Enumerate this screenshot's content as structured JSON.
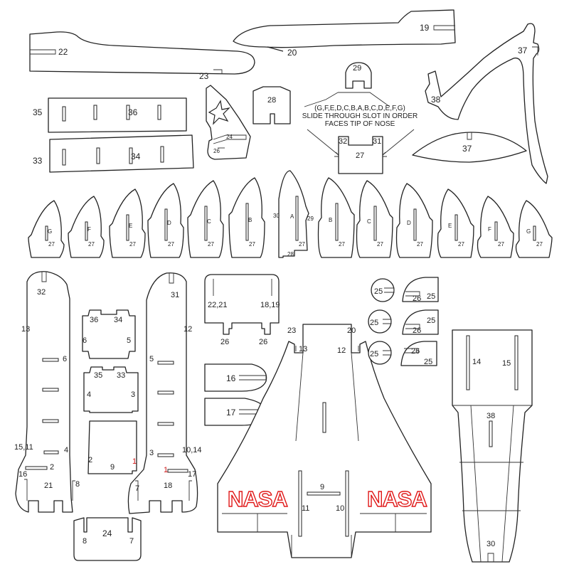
{
  "sheet": {
    "logo_text": "NASA",
    "logo_color": "#e01818",
    "accent_label_color": "#d01818",
    "line_color": "#222222",
    "background": "#ffffff"
  },
  "instructions": {
    "sequence": "(G,F,E,D,C,B,A,B,C,D,E,F,G)",
    "line1": "SLIDE THROUGH SLOT IN ORDER",
    "line2": "FACES TIP OF NOSE"
  },
  "labels": {
    "p19": "19",
    "p20": "20",
    "p22": "22",
    "p23": "23",
    "p24": "24",
    "p25": "25",
    "p26": "26",
    "p27": "27",
    "p28": "28",
    "p29": "29",
    "p30": "30",
    "p31": "31",
    "p32": "32",
    "p33": "33",
    "p34": "34",
    "p35": "35",
    "p36": "36",
    "p37": "37",
    "p38": "38",
    "p1": "1",
    "p2": "2",
    "p3": "3",
    "p4": "4",
    "p5": "5",
    "p6": "6",
    "p7": "7",
    "p8": "8",
    "p9": "9",
    "p10": "10",
    "p11": "11",
    "p12": "12",
    "p13": "13",
    "p14": "14",
    "p15": "15",
    "p16": "16",
    "p17": "17",
    "p18": "18",
    "p21": "21",
    "p1511": "15,11",
    "p1014": "10,14",
    "p2221": "22,21",
    "p1819": "18,19"
  },
  "nose_ribs": [
    "G",
    "F",
    "E",
    "D",
    "C",
    "B",
    "A",
    "B",
    "C",
    "D",
    "E",
    "F",
    "G"
  ]
}
